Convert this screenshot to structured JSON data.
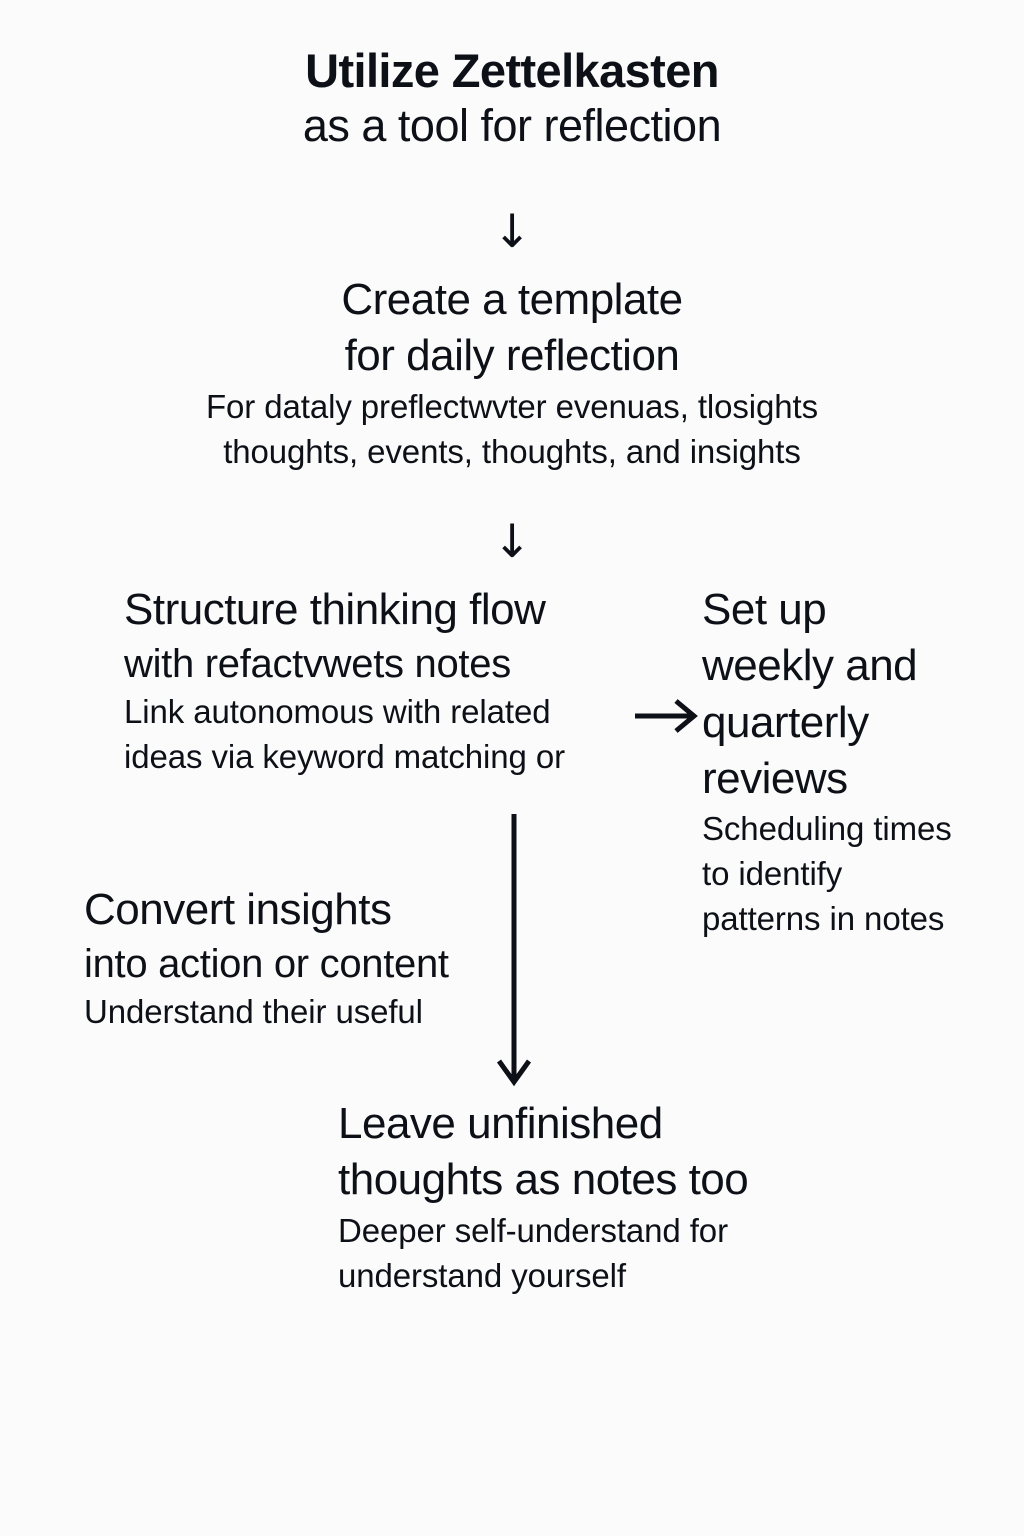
{
  "canvas": {
    "background_color": "#fbfbfb",
    "text_color": "#0d1117"
  },
  "diagram": {
    "type": "flowchart",
    "title": "Utilize Zettelkasten as a tool for reflection",
    "nodes": [
      {
        "id": "title",
        "heading_bold": "Utilize Zettelkasten",
        "heading": "as a tool for reflection"
      },
      {
        "id": "template",
        "heading": "Create a template",
        "subheading": "for daily reflection",
        "body_line_1": "For dataly preflectwvter evenuas, tlosights",
        "body_line_2": "thoughts, events, thoughts, and insights"
      },
      {
        "id": "structure",
        "heading": "Structure thinking flow",
        "subheading": "with refactvwets notes",
        "body_line_1": "Link autonomous with related",
        "body_line_2": "ideas via keyword matching or"
      },
      {
        "id": "setup",
        "heading_line_1": "Set up",
        "heading_line_2": "weekly and",
        "heading_line_3": "quarterly",
        "heading_line_4": "reviews",
        "body_line_1": "Scheduling times",
        "body_line_2": "to identify",
        "body_line_3": "patterns in notes"
      },
      {
        "id": "convert",
        "heading": "Convert insights",
        "subheading": "into action or content",
        "body_line_1": "Understand their useful"
      },
      {
        "id": "leave",
        "heading_line_1": "Leave unfinished",
        "heading_line_2": "thoughts as notes too",
        "body_line_1": "Deeper self-understand for",
        "body_line_2": "understand yourself"
      }
    ],
    "connectors": [
      {
        "id": "title-to-template",
        "glyph": "↓",
        "direction": "down"
      },
      {
        "id": "template-to-structure",
        "glyph": "↓",
        "direction": "down"
      },
      {
        "id": "structure-to-setup",
        "glyph": "→",
        "direction": "right"
      },
      {
        "id": "structure-to-leave",
        "glyph": "↓",
        "direction": "down-long"
      }
    ]
  }
}
